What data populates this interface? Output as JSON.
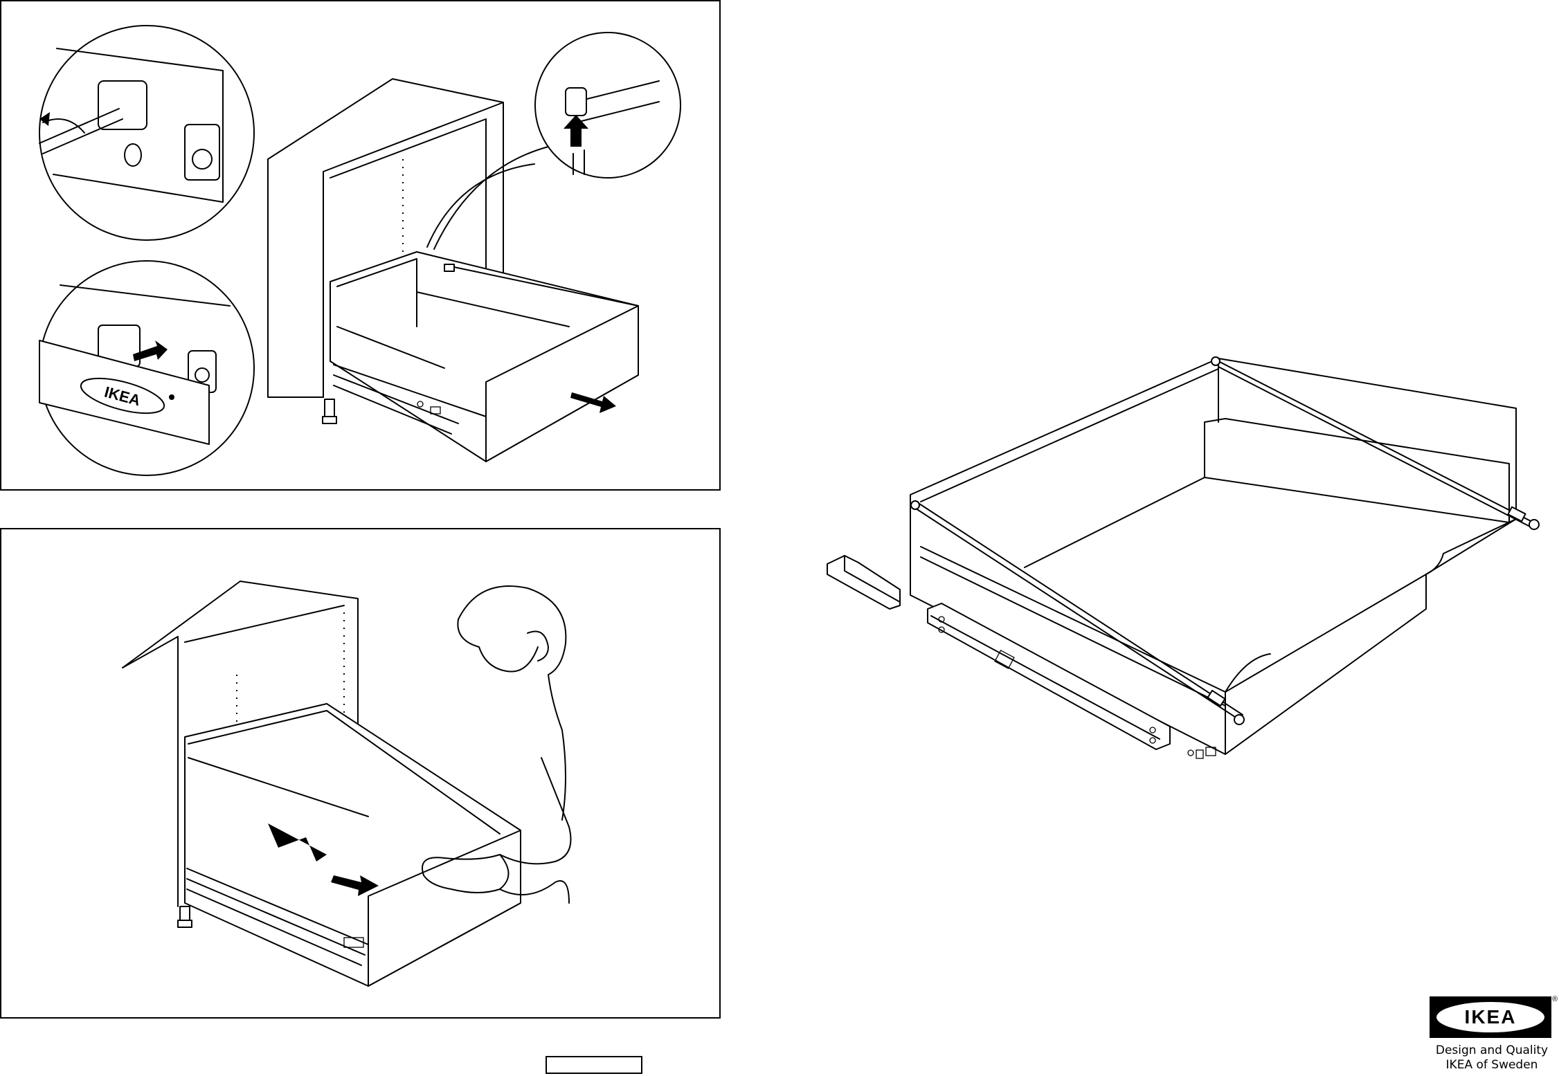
{
  "brand": {
    "logo_text": "IKEA",
    "registered_mark": "®",
    "tagline_line1": "Design and Quality",
    "tagline_line2": "IKEA of Sweden"
  },
  "illustrations": {
    "step_remove": {
      "badge_logo_text": "IKEA"
    }
  },
  "colors": {
    "ink": "#000000",
    "paper": "#ffffff"
  }
}
